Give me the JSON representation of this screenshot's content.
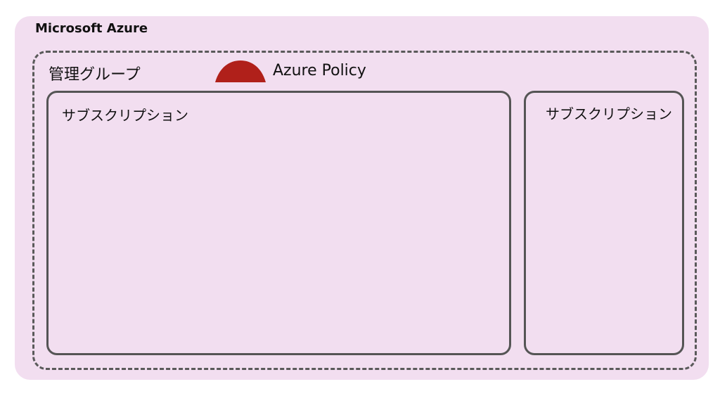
{
  "azure": {
    "title": "Microsoft Azure",
    "background_color": "#f2def0"
  },
  "management_group": {
    "label": "管理グループ",
    "border_style": "dashed",
    "border_color": "#5a5a5a"
  },
  "policy": {
    "icon": "semicircle-policy-icon",
    "icon_color": "#b0201a",
    "label": "Azure Policy"
  },
  "subscriptions": [
    {
      "label": "サブスクリプション"
    },
    {
      "label": "サブスクリプション"
    }
  ]
}
